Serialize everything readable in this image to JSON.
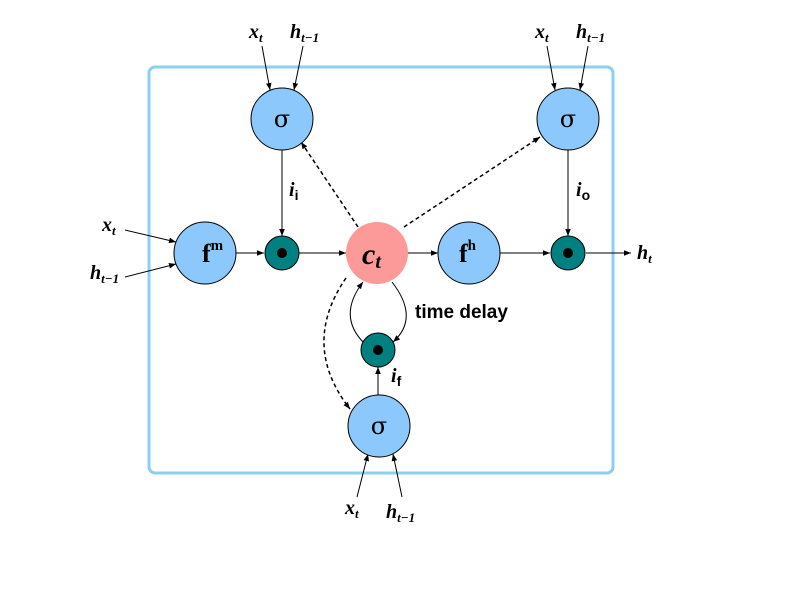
{
  "colors": {
    "border": "#8ccff2",
    "node_fill": "#8cc8fb",
    "cell_fill": "#fb9a98",
    "gate_fill": "#008080",
    "dot": "#000000",
    "stroke": "#000000"
  },
  "labels": {
    "x": "x",
    "h": "h",
    "sub_t": "t",
    "sub_tm1": "t−1",
    "sigma": "σ",
    "f": "f",
    "sup_m": "m",
    "sup_h": "h",
    "cell_c": "c",
    "i": "i",
    "sub_i": "i",
    "sub_o": "o",
    "sub_f": "f",
    "time_delay": "time delay"
  }
}
